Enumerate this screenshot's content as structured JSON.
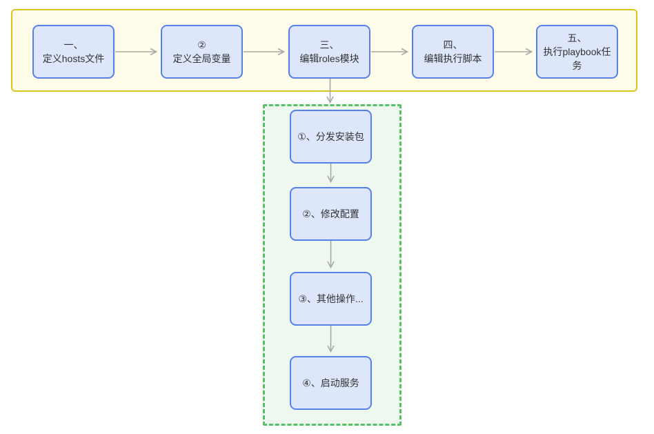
{
  "colors": {
    "page_background": "#ffffff",
    "node_fill": "#dde6fb",
    "node_border": "#5580e9",
    "stage_group_fill": "#fffcea",
    "stage_group_border": "#ddc41d",
    "sub_group_fill": "#eff8ef",
    "sub_group_border": "#57c063",
    "arrow": "#a8a8a8",
    "text": "#333333"
  },
  "diagram": {
    "main_flow": {
      "nodes": [
        {
          "label": "一、\n定义hosts文件"
        },
        {
          "label": "②\n定义全局变量"
        },
        {
          "label": "三、\n编辑roles模块"
        },
        {
          "label": "四、\n编辑执行脚本"
        },
        {
          "label": "五、\n执行playbook任务"
        }
      ]
    },
    "sub_flow": {
      "nodes": [
        {
          "label": "①、分发安装包"
        },
        {
          "label": "②、修改配置"
        },
        {
          "label": "③、其他操作..."
        },
        {
          "label": "④、启动服务"
        }
      ]
    }
  }
}
